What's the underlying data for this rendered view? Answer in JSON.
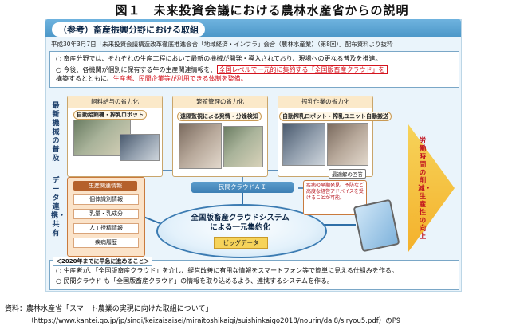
{
  "figure": {
    "title": "図１　未来投資会議における農林水産省からの説明"
  },
  "panel": {
    "header": "（参考）畜産振興分野における取組",
    "source_line": "平成30年3月7日「未来投資会議構造改革徹底推進会合「地域経済・インフラ」会合（農林水産業）（第8回）」配布資料より抜粋",
    "bullets": [
      {
        "mark": "○",
        "text": "畜産分野では、それぞれの生産工程において最新の機械が開発・導入されており、現場への更なる普及を推進。"
      },
      {
        "mark": "○",
        "prefix": "今後、各機関が個別に保有する牛の生産関連情報を、",
        "highlight": "全国レベルで一元的に集約する「全国版畜産クラウド」を",
        "prefix2": "構築するとともに、",
        "highlight2": "生産者、民間企業等が利用できる体制を整備。"
      }
    ],
    "side_labels": {
      "machines": "最新機械の普及",
      "data": "データ連携・共有"
    },
    "tiles": [
      {
        "caption": "飼料給与の省力化",
        "tag": "自動給餌機・搾乳ロボット"
      },
      {
        "caption": "繁殖管理の省力化",
        "tag": "遠隔監視による発情・分娩検知"
      },
      {
        "caption": "搾乳作業の省力化",
        "tag": "自動搾乳ロボット・搾乳ユニット自動搬送"
      }
    ],
    "arrow_text": "労働時間の削減・生産性の向上",
    "production_info": {
      "header": "生産関連情報",
      "items": [
        "個体識別情報",
        "乳量・乳成分",
        "人工授精情報",
        "疾病履歴"
      ]
    },
    "cloud_bar": "民間クラウドＡＩ",
    "cloud": {
      "line1": "全国版畜産クラウドシステム",
      "line2": "による一元集約化",
      "bigdata": "ビッグデータ"
    },
    "advice": {
      "tag": "最適解の回答",
      "text": "疾病の早期発見、予防など高度な経営アドバイスを受けることが可能。"
    },
    "goal": {
      "header": "＜2020年までに早急に進めること＞",
      "items": [
        "生産者が、「全国版畜産クラウド」を介し、経営改善に有用な情報をスマートフォン等で簡単に見える仕組みを作る。",
        "民間クラウド も「全国版畜産クラウド」の情報を取り込めるよう、連携するシステムを作る。"
      ]
    }
  },
  "source": {
    "line1": "資料：農林水産省「スマート農業の実現に向けた取組について」",
    "line2": "（https://www.kantei.go.jp/jp/singi/keizaisaisei/miraitoshikaigi/suishinkaigo2018/nourin/dai8/siryou5.pdf）のP9"
  }
}
